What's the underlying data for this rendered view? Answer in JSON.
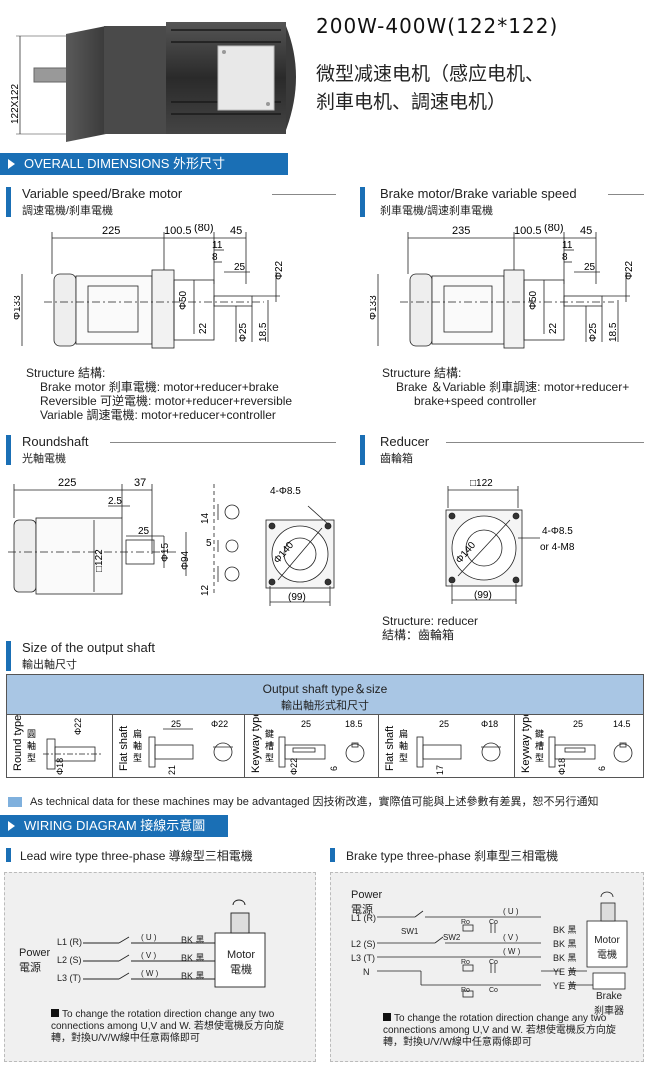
{
  "header": {
    "title": "200W-400W(122*122)",
    "subtitle_line1": "微型减速电机（感应电机、",
    "subtitle_line2": "刹車电机、調速电机）",
    "photo_dim": "122X122"
  },
  "sections": {
    "overall": "OVERALL DIMENSIONS 外形尺寸",
    "wiring": "WIRING DIAGRAM 接線示意圖"
  },
  "variable": {
    "title_en": "Variable speed/Brake motor",
    "title_cn": "調速電機/刹車電機",
    "dims": {
      "d225": "225",
      "d1005": "100.5",
      "d80": "(80)",
      "d45": "45",
      "d11": "11",
      "d8": "8",
      "d25": "25",
      "d22": "Φ22",
      "d133": "Φ133",
      "d50": "Φ50",
      "d22b": "22",
      "d25b": "Φ25",
      "d185": "18.5"
    },
    "structure_label": "Structure 結構:",
    "structure_lines": [
      "Brake motor 刹車電機: motor+reducer+brake",
      "Reversible 可逆電機: motor+reducer+reversible",
      "Variable 調速電機: motor+reducer+controller"
    ]
  },
  "brake": {
    "title_en": "Brake motor/Brake variable speed",
    "title_cn": "刹車電機/調速刹車電機",
    "dims": {
      "d235": "235",
      "d1005": "100.5",
      "d80": "(80)",
      "d45": "45",
      "d11": "11",
      "d8": "8",
      "d25": "25",
      "d22": "Φ22",
      "d133": "Φ133",
      "d50": "Φ50",
      "d22b": "22",
      "d25b": "Φ25",
      "d185": "18.5"
    },
    "structure_label": "Structure 結構:",
    "structure_lines": [
      "Brake ＆Variable 刹車調速: motor+reducer+",
      "brake+speed controller"
    ]
  },
  "round": {
    "title_en": "Roundshaft",
    "title_cn": "光軸電機",
    "dims": {
      "d225": "225",
      "d37": "37",
      "d25": "2.5",
      "d25b": "25",
      "d15": "Φ15",
      "d94": "Φ94",
      "d122": "□122",
      "d14": "14",
      "d5": "5",
      "d12": "12",
      "d485": "4-Φ8.5",
      "d140": "Φ140",
      "d99": "(99)"
    }
  },
  "reducer": {
    "title_en": "Reducer",
    "title_cn": "齒輪箱",
    "dims": {
      "d122": "□122",
      "d485": "4-Φ8.5",
      "m8": "or 4-M8",
      "d140": "Φ140",
      "d99": "(99)"
    },
    "structure_en": "Structure: reducer",
    "structure_cn": "結構：齒輪箱"
  },
  "shaft": {
    "title_en": "Size of the output shaft",
    "title_cn": "輸出軸尺寸",
    "table_head_en": "Output shaft type＆size",
    "table_head_cn": "輸出軸形式和尺寸",
    "cells": [
      {
        "type": "Round type",
        "cn": "圓軸型",
        "a": "Φ22",
        "b": "Φ18"
      },
      {
        "type": "Flat shaft",
        "cn": "扁軸型",
        "a": "25",
        "b": "Φ22",
        "c": "21"
      },
      {
        "type": "Keyway type",
        "cn": "鍵槽型",
        "a": "25",
        "b": "18.5",
        "c": "Φ22",
        "d": "6"
      },
      {
        "type": "Flat shaft",
        "cn": "扁軸型",
        "a": "25",
        "b": "Φ18",
        "c": "17"
      },
      {
        "type": "Keyway type",
        "cn": "鍵槽型",
        "a": "25",
        "b": "14.5",
        "c": "Φ18",
        "d": "6"
      }
    ],
    "notice": "As technical data for these machines may be advantaged 因技術改進，實際值可能與上述參數有差異，恕不另行通知"
  },
  "wiring": {
    "left_title": "Lead wire type three-phase 導線型三相電機",
    "right_title": "Brake type three-phase 刹車型三相電機",
    "power_en": "Power",
    "power_cn": "電源",
    "l1": "L1 (R)",
    "l2": "L2 (S)",
    "l3": "L3 (T)",
    "n": "N",
    "u": "( U )",
    "v": "( V )",
    "w": "( W )",
    "bk": "BK 黑",
    "ye": "YE 黃",
    "motor_en": "Motor",
    "motor_cn": "電機",
    "brake_en": "Brake",
    "brake_cn": "刹車器",
    "sw1": "SW1",
    "sw2": "SW2",
    "ro": "Ro",
    "co": "Co",
    "note_line1": "To change the rotation direction change any two",
    "note_line2": "connections among U,V and W. 若想使電機反方向旋",
    "note_line3": "轉，對換U/V/W線中任意兩條即可"
  },
  "colors": {
    "accent": "#1a6fb5",
    "table_head": "#a9c6e4",
    "notice_square": "#7fb0dd"
  }
}
